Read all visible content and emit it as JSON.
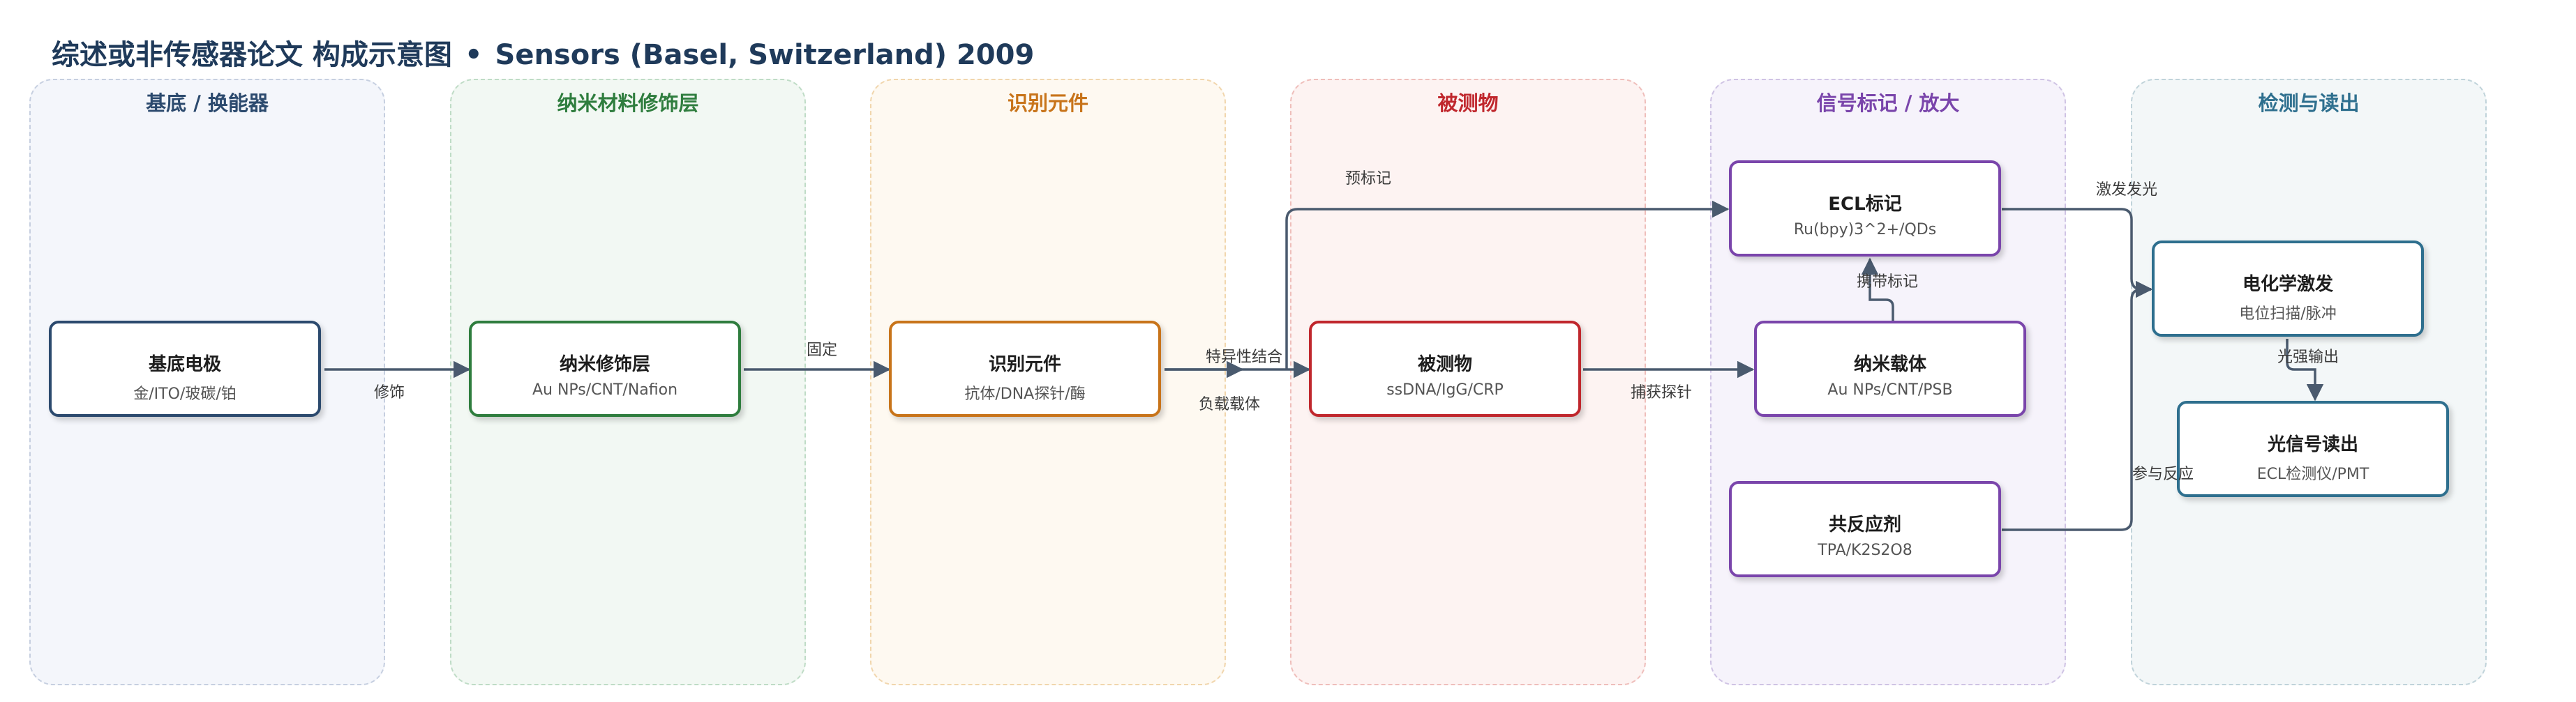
{
  "title": {
    "main": "综述或非传感器论文 构成示意图",
    "separator": "•",
    "journal": "Sensors (Basel, Switzerland) 2009"
  },
  "lanes": [
    {
      "label": "基底 / 换能器",
      "color": "#2c4a6e"
    },
    {
      "label": "纳米材料修饰层",
      "color": "#2f7d3e"
    },
    {
      "label": "识别元件",
      "color": "#c8741a"
    },
    {
      "label": "被测物",
      "color": "#c0272d"
    },
    {
      "label": "信号标记 / 放大",
      "color": "#7a45ab"
    },
    {
      "label": "检测与读出",
      "color": "#2e6f8e"
    }
  ],
  "nodes": {
    "electrode": {
      "title": "基底电极",
      "sub": "金/ITO/玻碳/铂"
    },
    "nano_layer": {
      "title": "纳米修饰层",
      "sub": "Au NPs/CNT/Nafion"
    },
    "recognition": {
      "title": "识别元件",
      "sub": "抗体/DNA探针/酶"
    },
    "analyte": {
      "title": "被测物",
      "sub": "ssDNA/IgG/CRP"
    },
    "ecl_label": {
      "title": "ECL标记",
      "sub": "Ru(bpy)3^2+/QDs"
    },
    "nano_carrier": {
      "title": "纳米载体",
      "sub": "Au NPs/CNT/PSB"
    },
    "coreactant": {
      "title": "共反应剂",
      "sub": "TPA/K2S2O8"
    },
    "echem_excite": {
      "title": "电化学激发",
      "sub": "电位扫描/脉冲"
    },
    "optical_read": {
      "title": "光信号读出",
      "sub": "ECL检测仪/PMT"
    }
  },
  "edge_labels": {
    "modify": "修饰",
    "immobilize": "固定",
    "specific_binding": "特异性结合",
    "load_carrier": "负载载体",
    "pre_label": "预标记",
    "capture_probe": "捕获探针",
    "carry_label": "携带标记",
    "excite_emission": "激发发光",
    "participate_reaction": "参与反应",
    "light_output": "光强输出"
  },
  "colors": {
    "edge": "#4a5a6e",
    "title": "#1f3a5a"
  }
}
